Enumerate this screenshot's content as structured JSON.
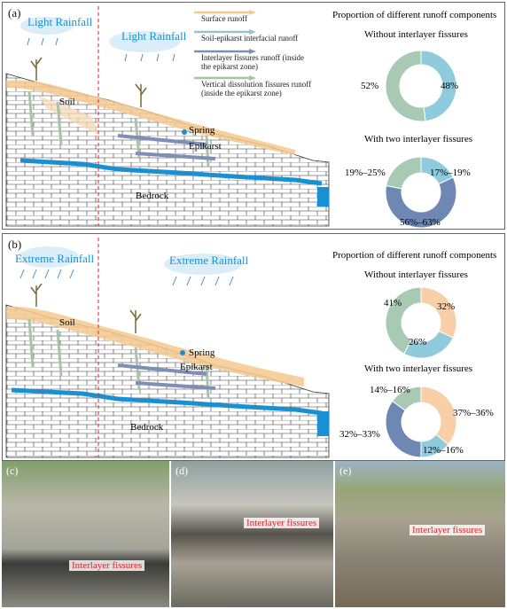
{
  "panels": [
    {
      "label": "(a)",
      "rain_left": "Light Rainfall",
      "rain_right": "Light Rainfall",
      "legend": [
        {
          "text": "Surface runoff",
          "color": "#f5c98e"
        },
        {
          "text": "Soil-epikarst interfacial runoff",
          "color": "#9bc1c9"
        },
        {
          "text": "Interlayer fissures runoff (inside",
          "text2": "the epikarst zone)",
          "color": "#7e8fb5"
        },
        {
          "text": "Vertical dissolution fissures runoff",
          "text2": "(inside the epikarst zone)",
          "color": "#a9c3a6"
        }
      ],
      "soil": "Soil",
      "spring": "Spring",
      "epikarst": "Epikarst",
      "bedrock": "Bedrock",
      "prop_title": "Proportion of different runoff components",
      "donut1": {
        "title": "Without interlayer fissures",
        "slices": [
          {
            "value": 48,
            "label": "48%",
            "color": "#8fcbdd"
          },
          {
            "value": 52,
            "label": "52%",
            "color": "#a8c9b3"
          }
        ]
      },
      "donut2": {
        "title": "With two interlayer fissures",
        "slices": [
          {
            "value": 18,
            "label": "17%–19%",
            "color": "#8fcbdd"
          },
          {
            "value": 60,
            "label": "56%–63%",
            "color": "#6f88b3"
          },
          {
            "value": 22,
            "label": "19%–25%",
            "color": "#a8c9b3"
          }
        ]
      }
    },
    {
      "label": "(b)",
      "rain_left": "Extreme Rainfall",
      "rain_right": "Extreme Rainfall",
      "soil": "Soil",
      "spring": "Spring",
      "epikarst": "Epikarst",
      "bedrock": "Bedrock",
      "prop_title": "Proportion of different runoff components",
      "donut1": {
        "title": "Without interlayer fissures",
        "slices": [
          {
            "value": 32,
            "label": "32%",
            "color": "#f8cfa6"
          },
          {
            "value": 26,
            "label": "26%",
            "color": "#8fcbdd"
          },
          {
            "value": 42,
            "label": "41%",
            "color": "#a8c9b3"
          }
        ]
      },
      "donut2": {
        "title": "With two interlayer fissures",
        "slices": [
          {
            "value": 36,
            "label": "37%–36%",
            "color": "#f8cfa6"
          },
          {
            "value": 14,
            "label": "12%–16%",
            "color": "#8fcbdd"
          },
          {
            "value": 35,
            "label": "32%–33%",
            "color": "#6f88b3"
          },
          {
            "value": 15,
            "label": "14%–16%",
            "color": "#a8c9b3"
          }
        ]
      }
    }
  ],
  "photos": [
    {
      "tag": "(c)",
      "caption": "Interlayer fissures"
    },
    {
      "tag": "(d)",
      "caption": "Interlayer fissures"
    },
    {
      "tag": "(e)",
      "caption": "Interlayer fissures"
    }
  ],
  "colors": {
    "water": "#1a8fd1",
    "surface_runoff": "#f5c98e",
    "divider": "#d9252b"
  }
}
